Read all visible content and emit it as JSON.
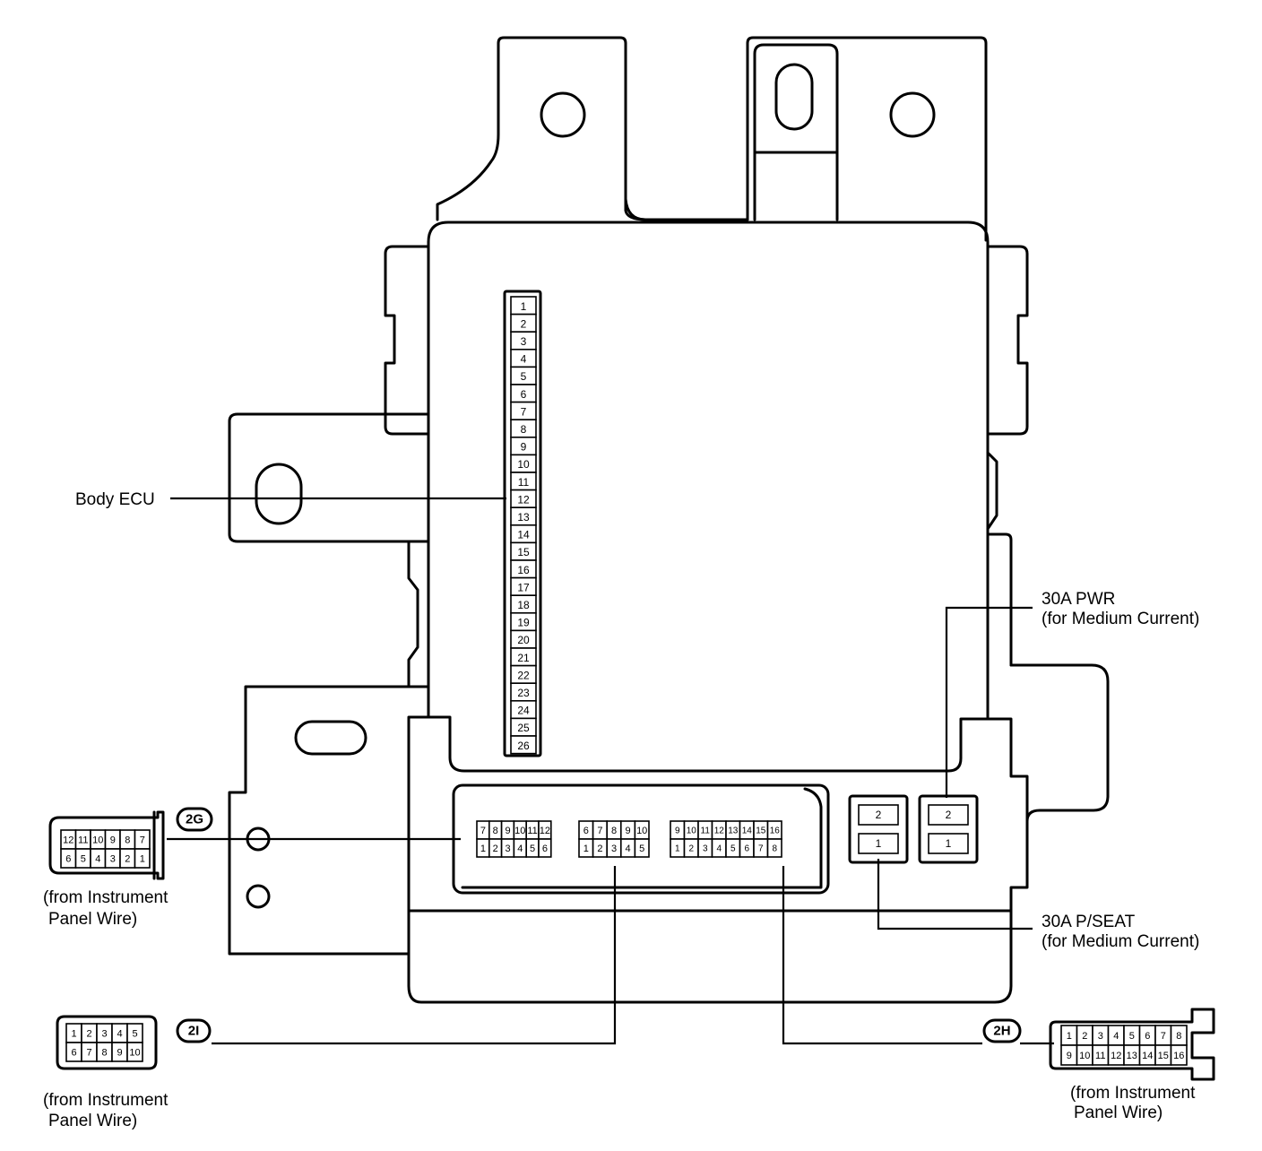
{
  "labels": {
    "body_ecu": "Body ECU",
    "pwr_title": "30A PWR",
    "pwr_sub": "(for Medium Current)",
    "pseat_title": "30A P/SEAT",
    "pseat_sub": "(for Medium Current)"
  },
  "connectors": {
    "c2g": {
      "code": "2G",
      "note_line1": "(from Instrument",
      "note_line2": "Panel Wire)",
      "top": [
        "12",
        "11",
        "10",
        "9",
        "8",
        "7"
      ],
      "bottom": [
        "6",
        "5",
        "4",
        "3",
        "2",
        "1"
      ]
    },
    "c2i": {
      "code": "2I",
      "note_line1": "(from Instrument",
      "note_line2": "Panel Wire)",
      "top": [
        "1",
        "2",
        "3",
        "4",
        "5"
      ],
      "bottom": [
        "6",
        "7",
        "8",
        "9",
        "10"
      ]
    },
    "c2h": {
      "code": "2H",
      "note_line1": "(from Instrument",
      "note_line2": "Panel Wire)",
      "top": [
        "1",
        "2",
        "3",
        "4",
        "5",
        "6",
        "7",
        "8"
      ],
      "bottom": [
        "9",
        "10",
        "11",
        "12",
        "13",
        "14",
        "15",
        "16"
      ]
    }
  },
  "ecu_strip": [
    "1",
    "2",
    "3",
    "4",
    "5",
    "6",
    "7",
    "8",
    "9",
    "10",
    "11",
    "12",
    "13",
    "14",
    "15",
    "16",
    "17",
    "18",
    "19",
    "20",
    "21",
    "22",
    "23",
    "24",
    "25",
    "26"
  ],
  "sockets": {
    "s12": {
      "top": [
        "7",
        "8",
        "9",
        "10",
        "11",
        "12"
      ],
      "bottom": [
        "1",
        "2",
        "3",
        "4",
        "5",
        "6"
      ]
    },
    "s10": {
      "top": [
        "6",
        "7",
        "8",
        "9",
        "10"
      ],
      "bottom": [
        "1",
        "2",
        "3",
        "4",
        "5"
      ]
    },
    "s16": {
      "top": [
        "9",
        "10",
        "11",
        "12",
        "13",
        "14",
        "15",
        "16"
      ],
      "bottom": [
        "1",
        "2",
        "3",
        "4",
        "5",
        "6",
        "7",
        "8"
      ]
    }
  },
  "fuses": {
    "pwr": {
      "top": "2",
      "bottom": "1"
    },
    "pseat": {
      "top": "2",
      "bottom": "1"
    }
  }
}
